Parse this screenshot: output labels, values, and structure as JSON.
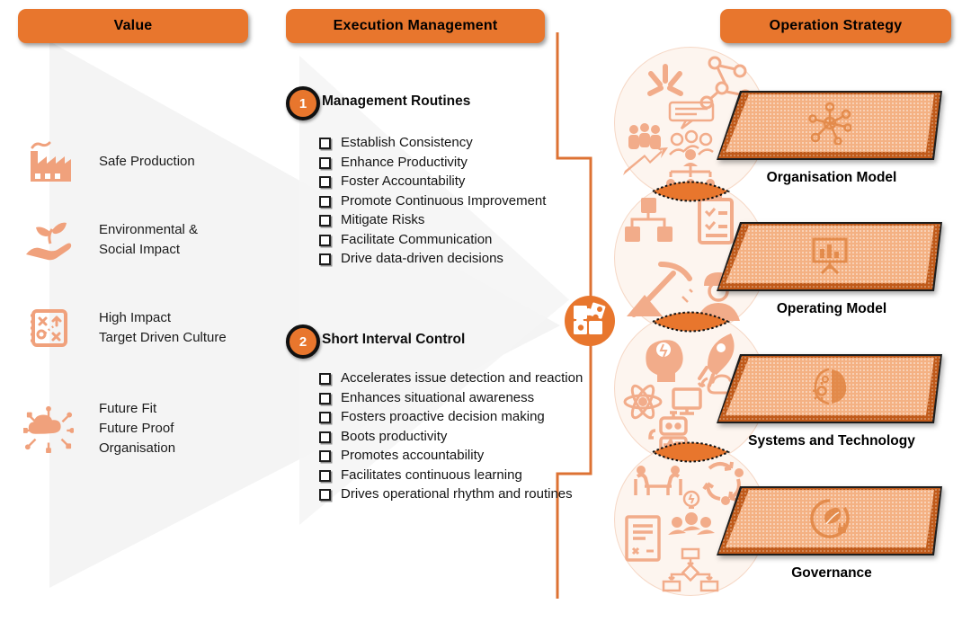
{
  "headers": {
    "value": "Value",
    "execution": "Execution Management",
    "strategy": "Operation Strategy"
  },
  "value_items": [
    {
      "icon": "factory-icon",
      "lines": [
        "Safe Production"
      ]
    },
    {
      "icon": "hand-plant-icon",
      "lines": [
        "Environmental &",
        "Social Impact"
      ]
    },
    {
      "icon": "strategy-plan-icon",
      "lines": [
        "High Impact",
        "Target Driven Culture"
      ]
    },
    {
      "icon": "cloud-network-icon",
      "lines": [
        "Future Fit",
        "Future Proof",
        "Organisation"
      ]
    }
  ],
  "execution_sections": [
    {
      "number": "1",
      "title": "Management Routines",
      "items": [
        "Establish Consistency",
        "Enhance Productivity",
        "Foster Accountability",
        "Promote Continuous Improvement",
        "Mitigate Risks",
        "Facilitate Communication",
        "Drive data-driven decisions"
      ]
    },
    {
      "number": "2",
      "title": "Short Interval Control",
      "items": [
        "Accelerates issue detection and reaction",
        "Enhances situational awareness",
        "Fosters proactive decision making",
        "Boots productivity",
        "Promotes accountability",
        "Facilitates continuous learning",
        "Drives operational rhythm and routines"
      ]
    }
  ],
  "strategy_items": [
    {
      "label": "Organisation Model",
      "icon": "org-network-icon",
      "doodles": [
        "hands-team-icon",
        "people-network-icon",
        "speech-bubble-icon",
        "people-growth-arrow-icon",
        "org-chart-icon"
      ]
    },
    {
      "label": "Operating Model",
      "icon": "presentation-chart-icon",
      "doodles": [
        "linked-cubes-icon",
        "checklist-clipboard-icon",
        "pickaxe-icon",
        "worker-icon"
      ]
    },
    {
      "label": "Systems and Technology",
      "icon": "ai-brain-icon",
      "doodles": [
        "idea-head-icon",
        "rocket-icon",
        "atom-icon",
        "monitor-icon",
        "cloud-sync-icon",
        "robot-icon"
      ]
    },
    {
      "label": "Governance",
      "icon": "eco-circle-icon",
      "doodles": [
        "meeting-table-icon",
        "cycle-arrows-icon",
        "team-idea-icon",
        "policy-document-icon",
        "flowchart-icon"
      ]
    }
  ],
  "center_icon": "puzzle-icon",
  "colors": {
    "accent": "#E8762D",
    "salmon": "#F0A17C",
    "doodle": "#F2AC8A",
    "plate-face": "#F4B183",
    "plate-bevel": "#C05A1A",
    "line": "#DD7233",
    "circle-fill": "#FDF5EF",
    "circle-border": "#F6D8C6",
    "tri": "#F4F4F4",
    "ink": "#1A1A1A"
  }
}
